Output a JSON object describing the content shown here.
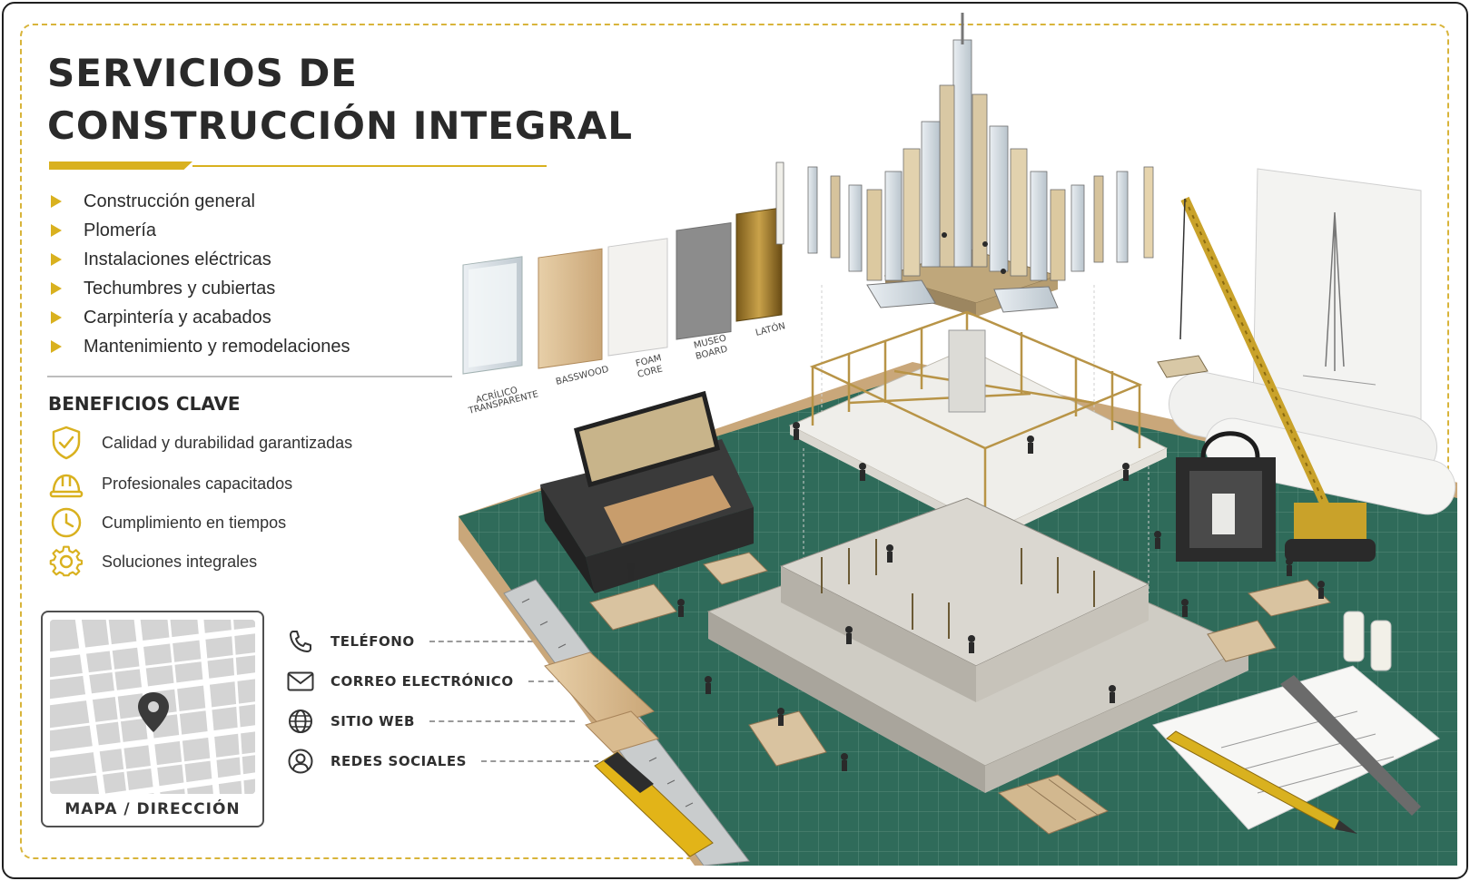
{
  "title": {
    "line1": "SERVICIOS DE",
    "line2": "CONSTRUCCIÓN INTEGRAL"
  },
  "services": [
    {
      "label": "Construcción general"
    },
    {
      "label": "Plomería"
    },
    {
      "label": "Instalaciones eléctricas"
    },
    {
      "label": "Techumbres y cubiertas"
    },
    {
      "label": "Carpintería y acabados"
    },
    {
      "label": "Mantenimiento y remodelaciones"
    }
  ],
  "benefits": {
    "heading": "BENEFICIOS CLAVE",
    "items": [
      {
        "label": "Calidad y durabilidad garantizadas",
        "icon": "shield-check-icon"
      },
      {
        "label": "Profesionales capacitados",
        "icon": "hard-hat-icon"
      },
      {
        "label": "Cumplimiento en tiempos",
        "icon": "clock-icon"
      },
      {
        "label": "Soluciones integrales",
        "icon": "gear-icon"
      }
    ]
  },
  "map": {
    "label": "MAPA / DIRECCIÓN",
    "icon": "map-pin-icon"
  },
  "contact": [
    {
      "label": "TELÉFONO",
      "icon": "phone-icon"
    },
    {
      "label": "CORREO ELECTRÓNICO",
      "icon": "mail-icon"
    },
    {
      "label": "SITIO WEB",
      "icon": "globe-icon"
    },
    {
      "label": "REDES SOCIALES",
      "icon": "user-icon"
    }
  ],
  "materials": {
    "acrylic_line1": "ACRÍLICO",
    "acrylic_line2": "TRANSPARENTE",
    "basswood": "BASSWOOD",
    "foam_line1": "FOAM",
    "foam_line2": "CORE",
    "museo_line1": "MUSEO",
    "museo_line2": "BOARD",
    "laton": "LATÓN"
  },
  "colors": {
    "accent": "#d9b11f",
    "text": "#2b2b2b",
    "mat_green": "#2f6b5a"
  }
}
